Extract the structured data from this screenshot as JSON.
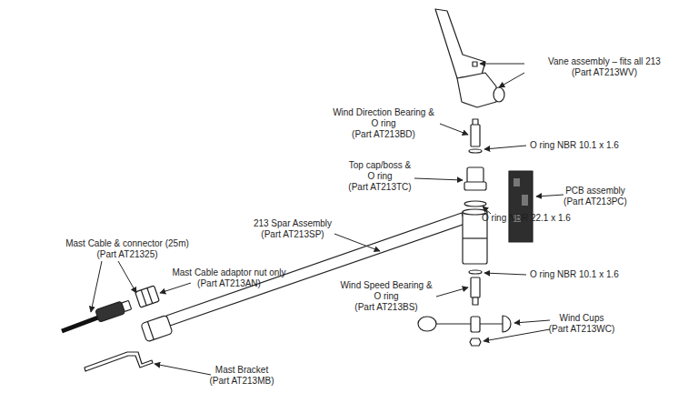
{
  "diagram": {
    "labels": [
      "Vane assembly – fits all 213",
      "(Part AT213WV)",
      "Wind Direction Bearing & O ring",
      "(Part AT213BD)",
      "O ring NBR 10.1 x 1.6",
      "Top cap/boss & O ring",
      "(Part AT213TC)",
      "PCB assembly",
      "(Part AT213PC)",
      "O ring NBR 22.1 x 1.6",
      "213 Spar Assembly",
      "(Part AT213SP)",
      "Mast Cable & connector (25m)",
      "(Part AT21325)",
      "Mast Cable adaptor nut only",
      "(Part AT213AN)",
      "O ring NBR 10.1 x 1.6",
      "Wind Speed Bearing & O ring",
      "(Part AT213BS)",
      "Wind Cups",
      "(Part AT213WC)",
      "Mast Bracket",
      "(Part AT213MB)"
    ]
  }
}
